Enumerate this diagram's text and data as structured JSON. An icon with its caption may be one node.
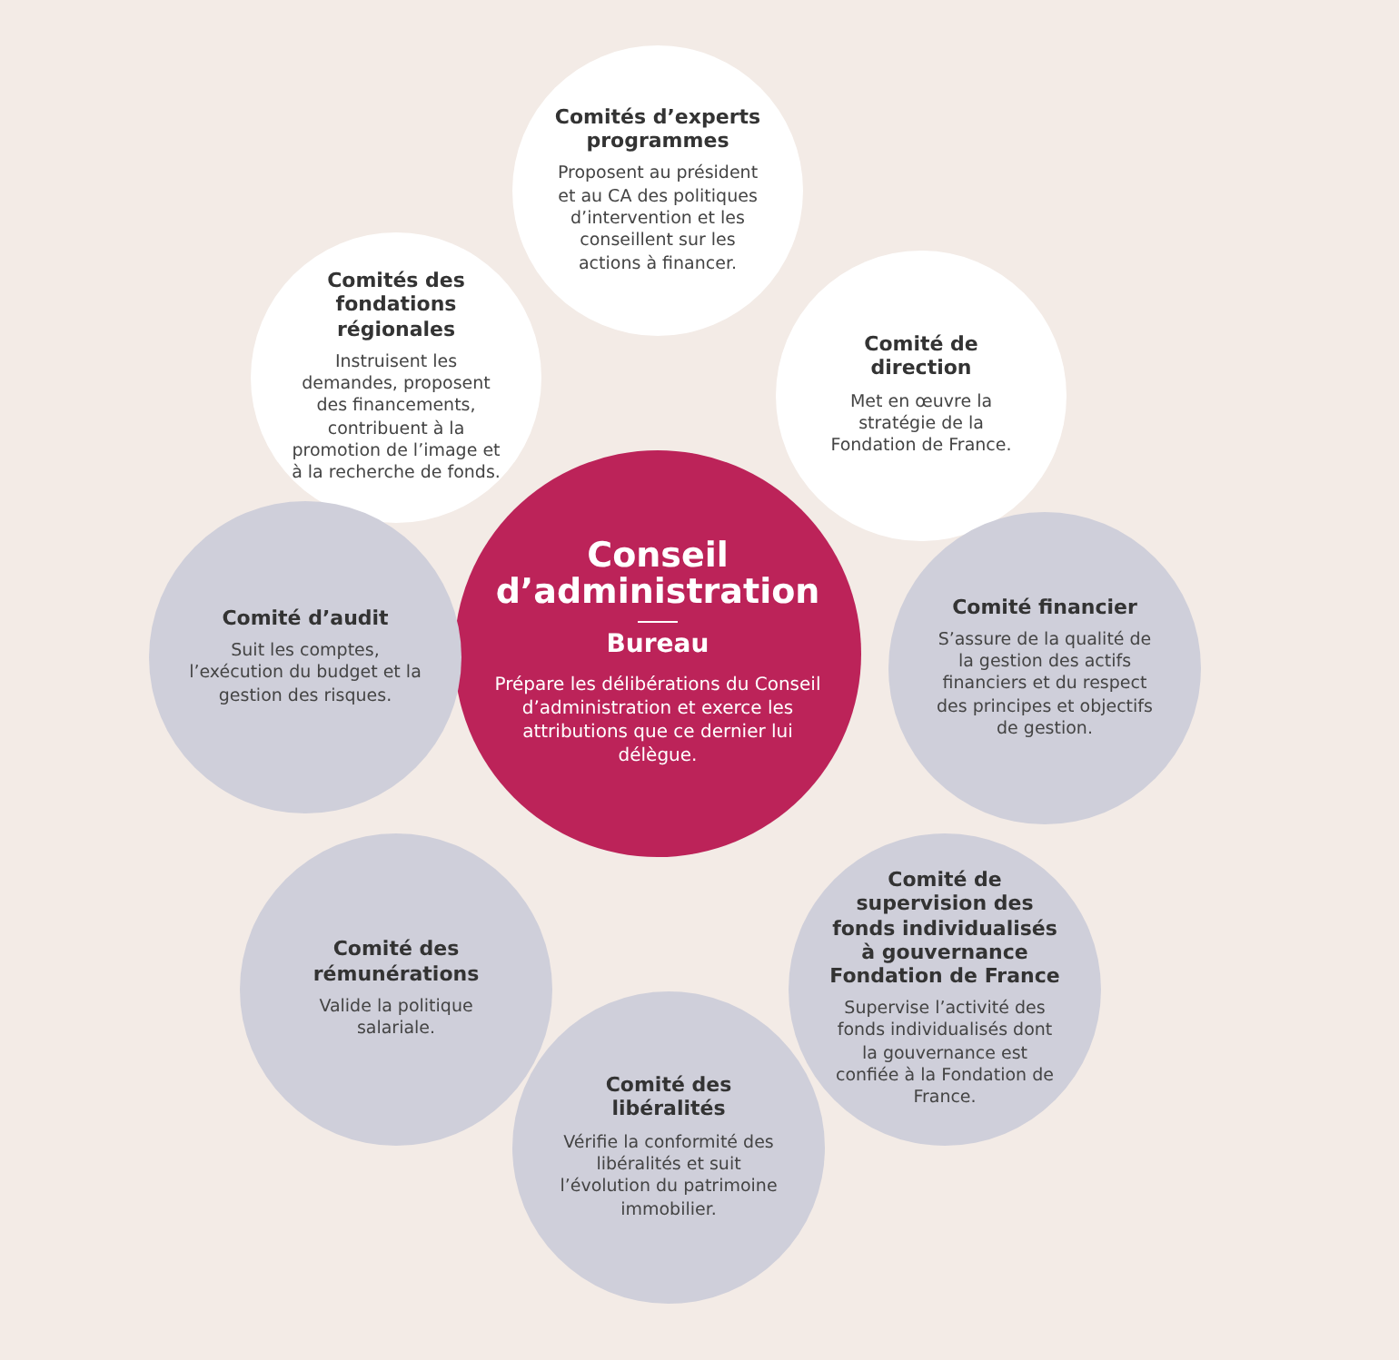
{
  "diagram": {
    "nodes": [
      {
        "text": [
          "Comités d’experts programmes",
          "Proposent au président et au CA des politiques d’intervention et les conseillent sur les actions à financer."
        ]
      },
      {
        "text": [
          "Comités des fondations régionales",
          "Instruisent les demandes, proposent des financements, contribuent à la promotion de l’image et à la recherche de fonds."
        ]
      },
      {
        "text": [
          "Comité de direction",
          "Met en œuvre la stratégie de la Fondation de France."
        ]
      },
      {
        "text": [
          "Conseil d’administration",
          "Bureau",
          "Prépare les délibérations du Conseil d’administration et exerce les attributions que ce dernier lui délègue."
        ]
      },
      {
        "text": [
          "Comité d’audit",
          "Suit les comptes, l’exécution du budget et la gestion des risques."
        ]
      },
      {
        "text": [
          "Comité financier",
          "S’assure de la qualité de la gestion des actifs financiers et du respect des principes et objectifs de gestion."
        ]
      },
      {
        "text": [
          "Comité des rémunérations",
          "Valide la politique salariale."
        ]
      },
      {
        "text": [
          "Comité de supervision des fonds individualisés à gouvernance Fondation de France",
          "Supervise l’activité des fonds individualisés dont la gouvernance est confiée à la Fondation de France."
        ]
      },
      {
        "text": [
          "Comité des libéralités",
          "Vérifie la conformité des libéralités et suit l’évolution du patrimoine immobilier."
        ]
      }
    ]
  }
}
